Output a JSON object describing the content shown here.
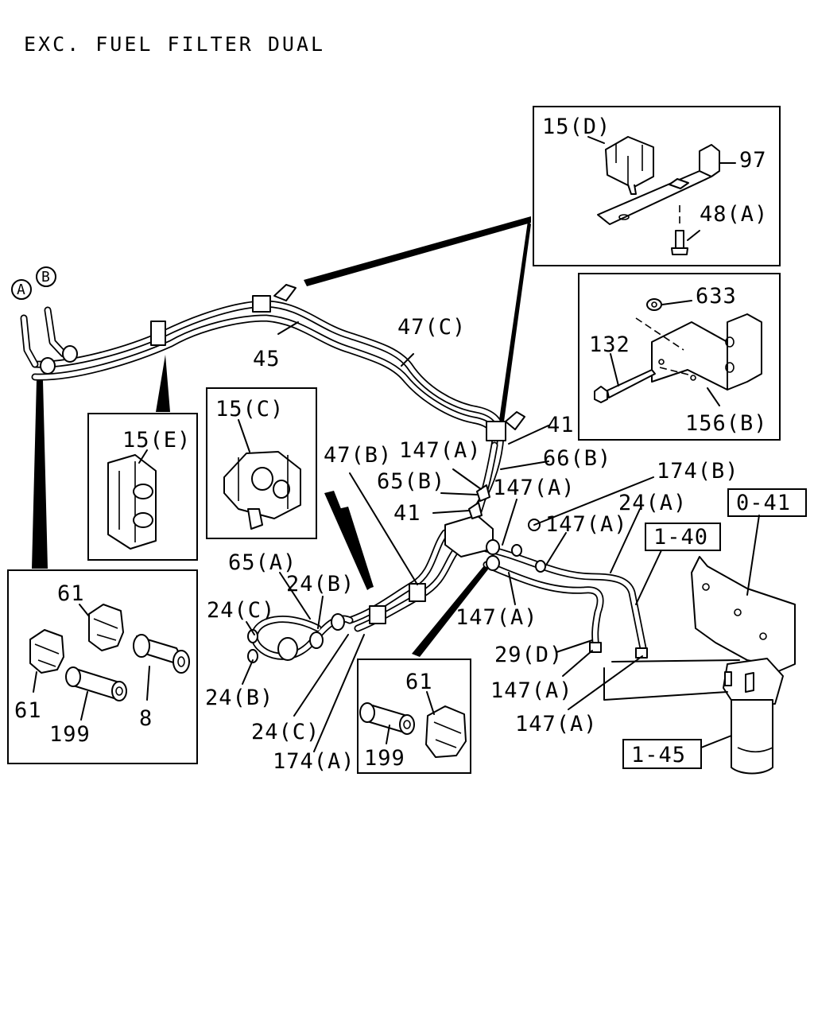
{
  "title": "EXC. FUEL FILTER DUAL",
  "circle_labels": {
    "a": "A",
    "b": "B"
  },
  "labels": {
    "l15d": "15(D)",
    "l97": "97",
    "l48a": "48(A)",
    "l633": "633",
    "l132": "132",
    "l156b": "156(B)",
    "l47c": "47(C)",
    "l45": "45",
    "l15e": "15(E)",
    "l15c": "15(C)",
    "l41a": "41",
    "l66b": "66(B)",
    "l47b": "47(B)",
    "l147a_1": "147(A)",
    "l65b": "65(B)",
    "l41b": "41",
    "l147a_2": "147(A)",
    "l174b": "174(B)",
    "l24a": "24(A)",
    "l147a_3": "147(A)",
    "l041": "0-41",
    "l140": "1-40",
    "l65a": "65(A)",
    "l24b_1": "24(B)",
    "l24c_1": "24(C)",
    "l147a_4": "147(A)",
    "l29d": "29(D)",
    "l147a_5": "147(A)",
    "l147a_6": "147(A)",
    "l24b_2": "24(B)",
    "l24c_2": "24(C)",
    "l174a": "174(A)",
    "l61_1": "61",
    "l61_2": "61",
    "l8": "8",
    "l199_1": "199",
    "l61_3": "61",
    "l199_2": "199",
    "l145": "1-45"
  }
}
